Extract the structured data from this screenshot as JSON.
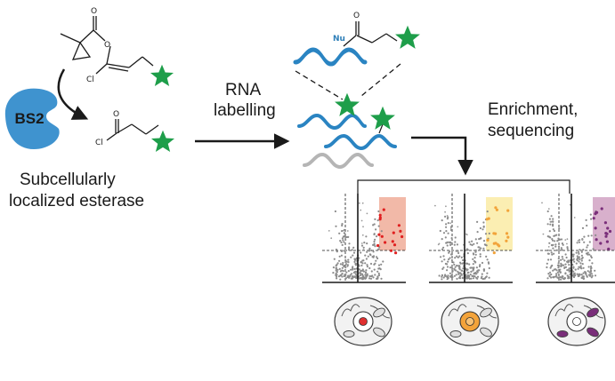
{
  "labels": {
    "enzyme": "BS2",
    "esterase_line1": "Subcellularly",
    "esterase_line2": "localized esterase",
    "rna_line1": "RNA",
    "rna_line2": "labelling",
    "enrich_line1": "Enrichment,",
    "enrich_line2": "sequencing"
  },
  "chem": {
    "atom_o": "O",
    "atom_cl": "Cl",
    "atom_nu": "Nu"
  },
  "colors": {
    "enzyme": "#3f93cf",
    "star": "#1e9e4a",
    "rna_strand": "#2a84c2",
    "rna_unlabeled": "#b5b5b5",
    "panels": [
      {
        "highlight": "#f2b9a8",
        "dots": "#e02020",
        "nucleus": "#e03030"
      },
      {
        "highlight": "#fbeeb2",
        "dots": "#f2a33a",
        "nucleus": "#f3a33a"
      },
      {
        "highlight": "#d8b0cc",
        "dots": "#7a2e7a",
        "nucleus": "#ffffff"
      }
    ]
  },
  "icons": [
    "green-star-icon",
    "rna-hairpin-icon",
    "cell-icon",
    "volcano-plot-icon"
  ]
}
